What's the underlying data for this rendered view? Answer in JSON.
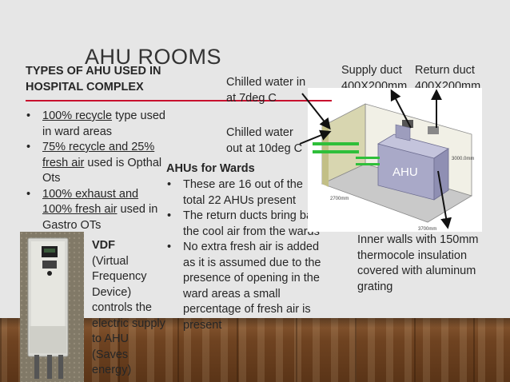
{
  "title": "AHU ROOMS",
  "types": {
    "heading": "TYPES OF AHU USED IN HOSPITAL COMPLEX",
    "items": [
      {
        "u": "100% recycle",
        "rest": " type used in ward areas"
      },
      {
        "u": "75% recycle and 25% fresh air",
        "rest": " used is Opthal Ots"
      },
      {
        "u": "100% exhaust and 100% fresh air",
        "rest": " used in Gastro OTs"
      }
    ]
  },
  "chilled": {
    "in": "Chilled water in at 7deg C",
    "out": "Chilled water out at 10deg C"
  },
  "ahu_wards": {
    "heading": "AHUs for Wards",
    "items": [
      "These are 16 out of the total 22 AHUs present",
      "The return ducts bring back the cool air from the wards",
      "No extra fresh air is added as it is assumed due to the presence of opening in the ward areas a small percentage of fresh air is present"
    ]
  },
  "vdf": {
    "label": "VDF",
    "text": "(Virtual Frequency Device) controls the electric supply to AHU (Saves energy)"
  },
  "ducts": {
    "supply_label": "Supply duct",
    "supply_size": "400X200mm",
    "return_label": "Return duct",
    "return_size": "400X200mm"
  },
  "diagram": {
    "unit_label": "AHU",
    "dim_height": "3000.0mm",
    "dim_depth": "2700mm",
    "dim_width": "3700mm"
  },
  "inner_walls": "Inner walls with 150mm thermocole insulation covered with aluminum grating",
  "colors": {
    "accent_line": "#c8102e",
    "wall_panel": "#d8d6b0",
    "ahu_box": "#a9a9c8",
    "pipe_green": "#2fbf3a"
  }
}
